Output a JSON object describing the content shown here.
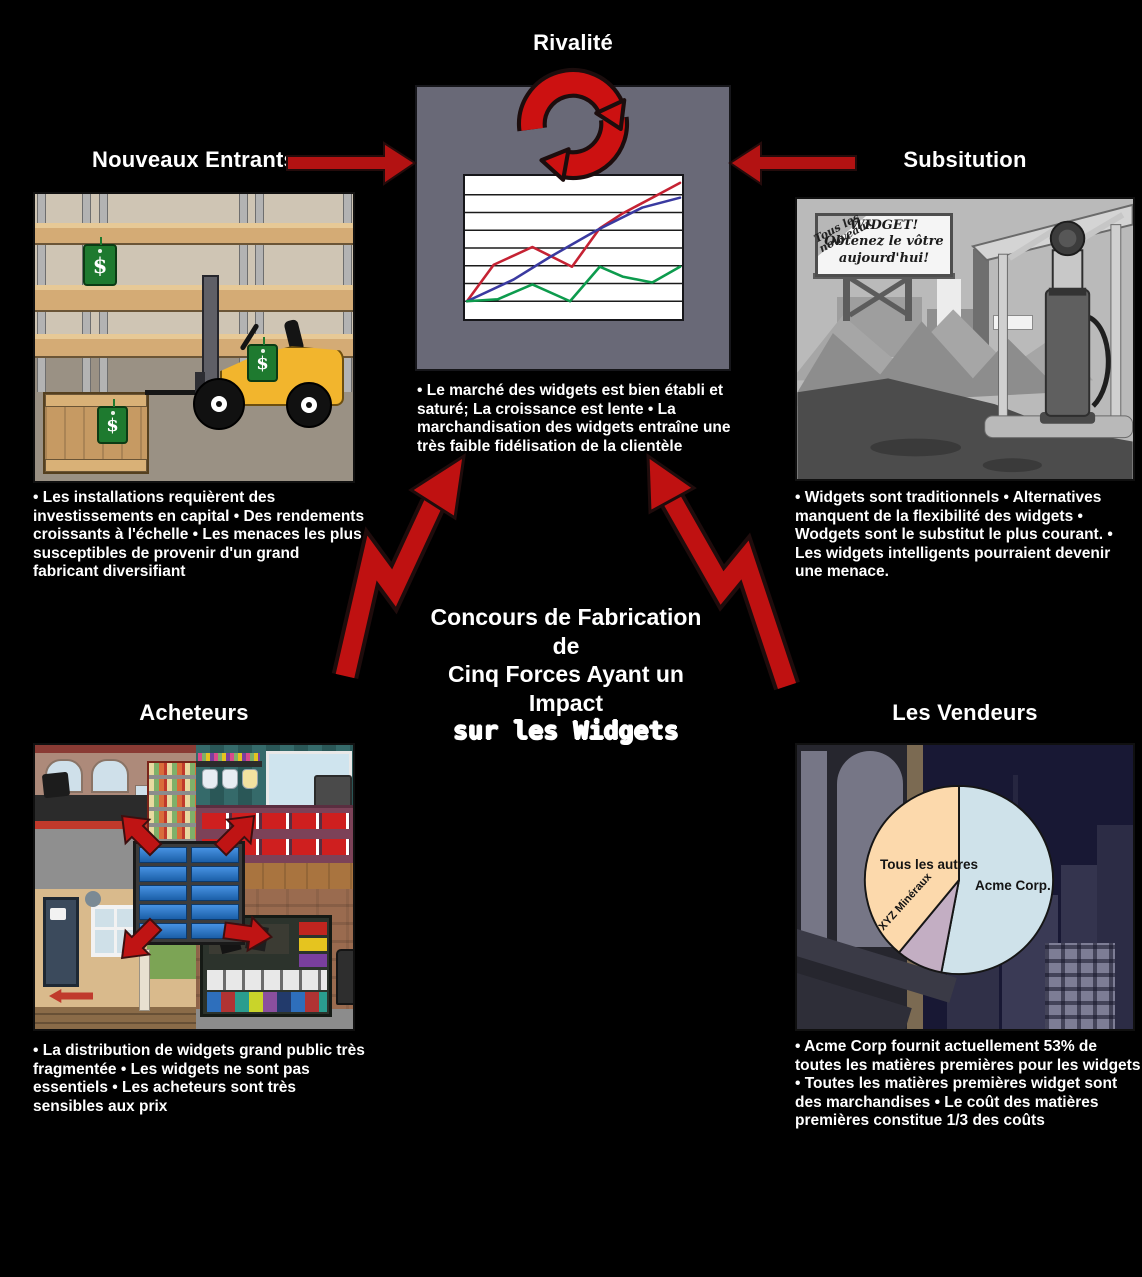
{
  "heading": {
    "line1": "Concours de Fabrication de",
    "line2": "Cinq Forces Ayant un Impact",
    "line3": "sur les Widgets"
  },
  "forces": {
    "rivalite": {
      "label": "Rivalité",
      "description": "• Le marché des widgets est bien établi et saturé; La croissance est lente • La marchandisation des widgets entraîne une très faible fidélisation de la clientèle"
    },
    "nouveaux_entrants": {
      "label": "Nouveaux Entrants",
      "description": "• Les installations requièrent des investissements en capital • Des rendements croissants à l'échelle • Les menaces les plus susceptibles de provenir d'un grand fabricant diversifiant"
    },
    "substitution": {
      "label": "Subsitution",
      "description": "• Widgets sont traditionnels • Alternatives manquent de la flexibilité des widgets • Wodgets sont le substitut le plus courant. • Les widgets intelligents pourraient devenir une menace."
    },
    "acheteurs": {
      "label": "Acheteurs",
      "description": "• La distribution de widgets grand public très fragmentée • Les widgets ne sont pas essentiels • Les acheteurs sont très sensibles aux prix"
    },
    "vendeurs": {
      "label": "Les Vendeurs",
      "description": "• Acme Corp fournit actuellement 53% de toutes les matières premières pour les widgets • Toutes les matières premières widget sont des marchandises • Le coût des matières premières constitue 1/3 des coûts"
    }
  },
  "billboard": {
    "rotated_text": "Tous les nouveaux",
    "line1": "WIDGET!",
    "line2": "Obtenez le vôtre",
    "line3": "aujourd'hui!"
  },
  "price_tag_symbol": "$",
  "colors": {
    "arrow_red": "#b31212",
    "cycle_red": "#cc1111",
    "panel_slate": "#696977",
    "text_white": "#ffffff"
  },
  "chart_data": [
    {
      "type": "line",
      "title": "",
      "grid": true,
      "gridlines_y": [
        19,
        37,
        55,
        73,
        91,
        109,
        127
      ],
      "x_range": [
        0,
        219
      ],
      "y_range": [
        0,
        145
      ],
      "series": [
        {
          "name": "rouge",
          "color": "#c52233",
          "points": [
            [
              2,
              127
            ],
            [
              29,
              90
            ],
            [
              68,
              72
            ],
            [
              108,
              92
            ],
            [
              136,
              53
            ],
            [
              159,
              38
            ],
            [
              189,
              22
            ],
            [
              217,
              7
            ]
          ]
        },
        {
          "name": "bleue",
          "color": "#3a3aa0",
          "points": [
            [
              2,
              127
            ],
            [
              49,
              105
            ],
            [
              86,
              82
            ],
            [
              133,
              55
            ],
            [
              179,
              32
            ],
            [
              217,
              22
            ]
          ]
        },
        {
          "name": "verte",
          "color": "#0d9b4d",
          "points": [
            [
              2,
              127
            ],
            [
              33,
              125
            ],
            [
              68,
              110
            ],
            [
              106,
              127
            ],
            [
              136,
              92
            ],
            [
              159,
              102
            ],
            [
              189,
              108
            ],
            [
              217,
              92
            ]
          ]
        }
      ]
    },
    {
      "type": "pie",
      "start": "top",
      "direction": "clockwise",
      "slices": [
        {
          "label": "Acme Corp.",
          "pct": 53,
          "color": "#cfe2ea"
        },
        {
          "label": "XYZ Minéraux",
          "pct": 8,
          "color": "#c3aec3"
        },
        {
          "label": "Tous les autres",
          "pct": 39,
          "color": "#fcd9ac"
        }
      ]
    }
  ]
}
